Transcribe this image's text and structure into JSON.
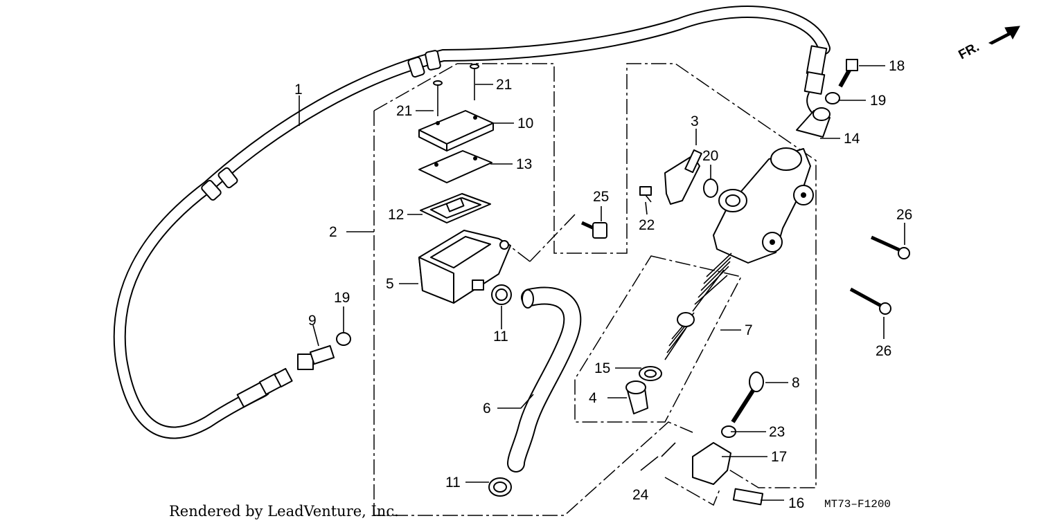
{
  "diagram": {
    "callouts": [
      {
        "id": "c1",
        "label": "1"
      },
      {
        "id": "c2",
        "label": "2"
      },
      {
        "id": "c3",
        "label": "3"
      },
      {
        "id": "c4",
        "label": "4"
      },
      {
        "id": "c5",
        "label": "5"
      },
      {
        "id": "c6",
        "label": "6"
      },
      {
        "id": "c7",
        "label": "7"
      },
      {
        "id": "c8",
        "label": "8"
      },
      {
        "id": "c9",
        "label": "9"
      },
      {
        "id": "c10",
        "label": "10"
      },
      {
        "id": "c11a",
        "label": "11"
      },
      {
        "id": "c11b",
        "label": "11"
      },
      {
        "id": "c12",
        "label": "12"
      },
      {
        "id": "c13",
        "label": "13"
      },
      {
        "id": "c14",
        "label": "14"
      },
      {
        "id": "c15",
        "label": "15"
      },
      {
        "id": "c16",
        "label": "16"
      },
      {
        "id": "c17",
        "label": "17"
      },
      {
        "id": "c18",
        "label": "18"
      },
      {
        "id": "c19a",
        "label": "19"
      },
      {
        "id": "c19b",
        "label": "19"
      },
      {
        "id": "c20",
        "label": "20"
      },
      {
        "id": "c21a",
        "label": "21"
      },
      {
        "id": "c21b",
        "label": "21"
      },
      {
        "id": "c22",
        "label": "22"
      },
      {
        "id": "c23",
        "label": "23"
      },
      {
        "id": "c24",
        "label": "24"
      },
      {
        "id": "c25",
        "label": "25"
      },
      {
        "id": "c26a",
        "label": "26"
      },
      {
        "id": "c26b",
        "label": "26"
      }
    ],
    "front_indicator": "FR.",
    "drawing_code": "MT73–F1200",
    "credit": "Rendered by LeadVenture, Inc."
  }
}
